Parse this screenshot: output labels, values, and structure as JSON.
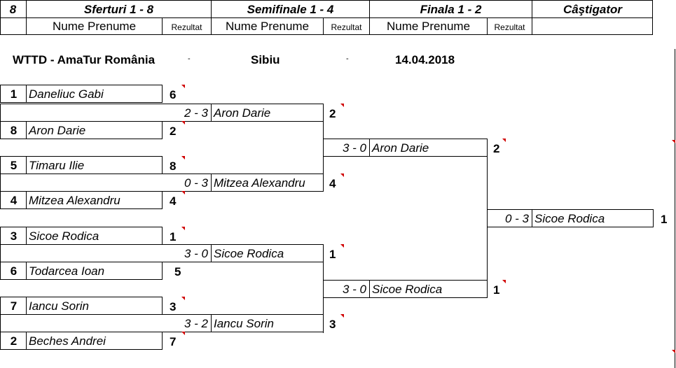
{
  "header": {
    "col_number": "8",
    "col_round1": "Sferturi 1 - 8",
    "col_round2": "Semifinale 1 - 4",
    "col_round3": "Finala 1 - 2",
    "col_winner": "Câştigator",
    "name_label": "Nume Prenume",
    "result_label": "Rezultat"
  },
  "event": {
    "title": "WTTD - AmaTur România",
    "separator": "-",
    "city": "Sibiu",
    "date": "14.04.2018"
  },
  "seeds": [
    {
      "seed": "1",
      "name": "Daneliuc Gabi",
      "result": "6"
    },
    {
      "seed": "8",
      "name": "Aron Darie",
      "result": "2"
    },
    {
      "seed": "5",
      "name": "Timaru Ilie",
      "result": "8"
    },
    {
      "seed": "4",
      "name": "Mitzea Alexandru",
      "result": "4"
    },
    {
      "seed": "3",
      "name": "Sicoe Rodica",
      "result": "1"
    },
    {
      "seed": "6",
      "name": "Todarcea Ioan",
      "result": "5"
    },
    {
      "seed": "7",
      "name": "Iancu Sorin",
      "result": "3"
    },
    {
      "seed": "2",
      "name": "Beches Andrei",
      "result": "7"
    }
  ],
  "semifinals": [
    {
      "score": "2 -  3",
      "name": "Aron Darie",
      "result": "2"
    },
    {
      "score": "0 -  3",
      "name": "Mitzea Alexandru",
      "result": "4"
    },
    {
      "score": "3 -  0",
      "name": "Sicoe Rodica",
      "result": "1"
    },
    {
      "score": "3 -  2",
      "name": "Iancu Sorin",
      "result": "3"
    }
  ],
  "finals": [
    {
      "score": "3 -  0",
      "name": "Aron Darie",
      "result": "2"
    },
    {
      "score": "3 -  0",
      "name": "Sicoe Rodica",
      "result": "1"
    }
  ],
  "winner": {
    "score": "0 -  3",
    "name": "Sicoe Rodica",
    "result": "1"
  }
}
